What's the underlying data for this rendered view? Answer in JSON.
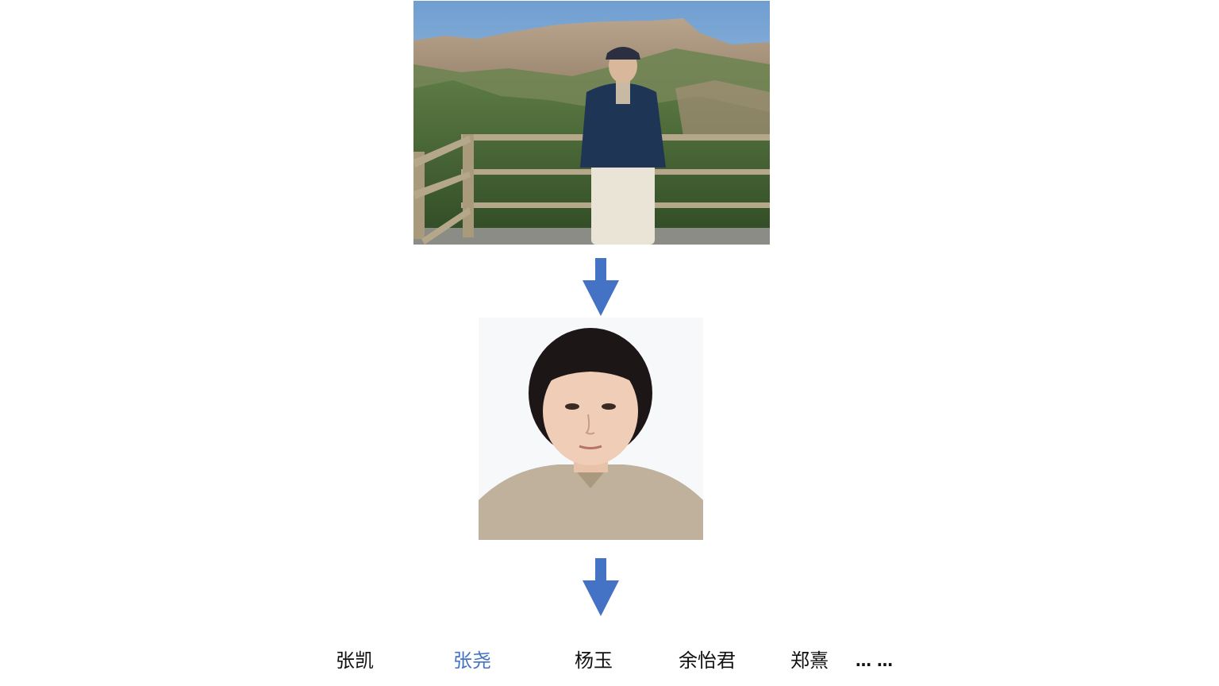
{
  "diagram": {
    "photos": [
      {
        "subject": "man standing at mountain viewpoint railing"
      },
      {
        "subject": "woman portrait on white background"
      }
    ],
    "arrow_color": "#4472c4",
    "names": [
      "张凯",
      "张尧",
      "杨玉",
      "余怡君",
      "郑熹"
    ],
    "highlight_color": "#4472c4",
    "ellipsis": "… …"
  }
}
